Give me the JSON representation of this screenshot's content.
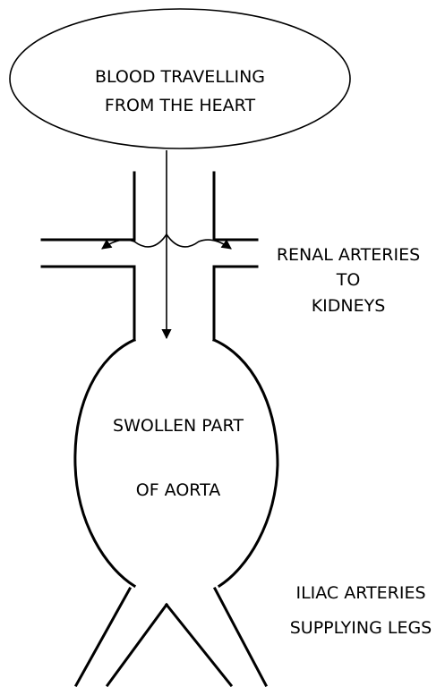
{
  "heart_label": {
    "line1": "BLOOD TRAVELLING",
    "line2": "FROM THE HEART"
  },
  "renal_label": {
    "line1": "RENAL ARTERIES",
    "line2": "TO",
    "line3": "KIDNEYS"
  },
  "aneurysm_label": {
    "line1": "SWOLLEN PART",
    "line2": "OF AORTA"
  },
  "iliac_label": {
    "line1": "ILIAC ARTERIES",
    "line2": "SUPPLYING LEGS"
  },
  "colors": {
    "stroke": "#000000",
    "background": "#ffffff"
  }
}
